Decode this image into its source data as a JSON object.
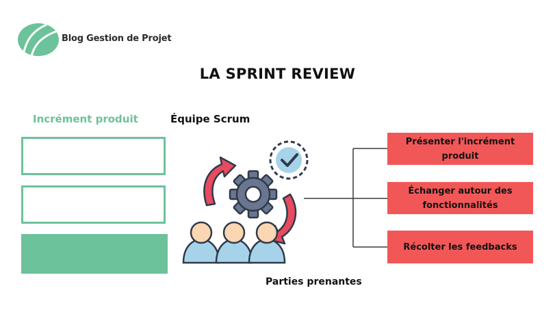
{
  "brand": {
    "name": "Blog Gestion de Projet",
    "logo_icon": "leaf-logo-icon",
    "logo_color": "#6cc29a"
  },
  "title": "LA SPRINT REVIEW",
  "left_column": {
    "label": "Incrément produit",
    "accent_color": "#6cc29a"
  },
  "center": {
    "team_label": "Équipe Scrum",
    "stakeholders_label": "Parties prenantes",
    "icons": [
      "gear-icon",
      "checkmark-badge-icon",
      "cycle-arrows-icon",
      "people-group-icon"
    ]
  },
  "actions": {
    "color": "#f25757",
    "items": [
      "Présenter l'incrément produit",
      "Échanger autour des fonctionnalités",
      "Récolter les feedbacks"
    ]
  }
}
